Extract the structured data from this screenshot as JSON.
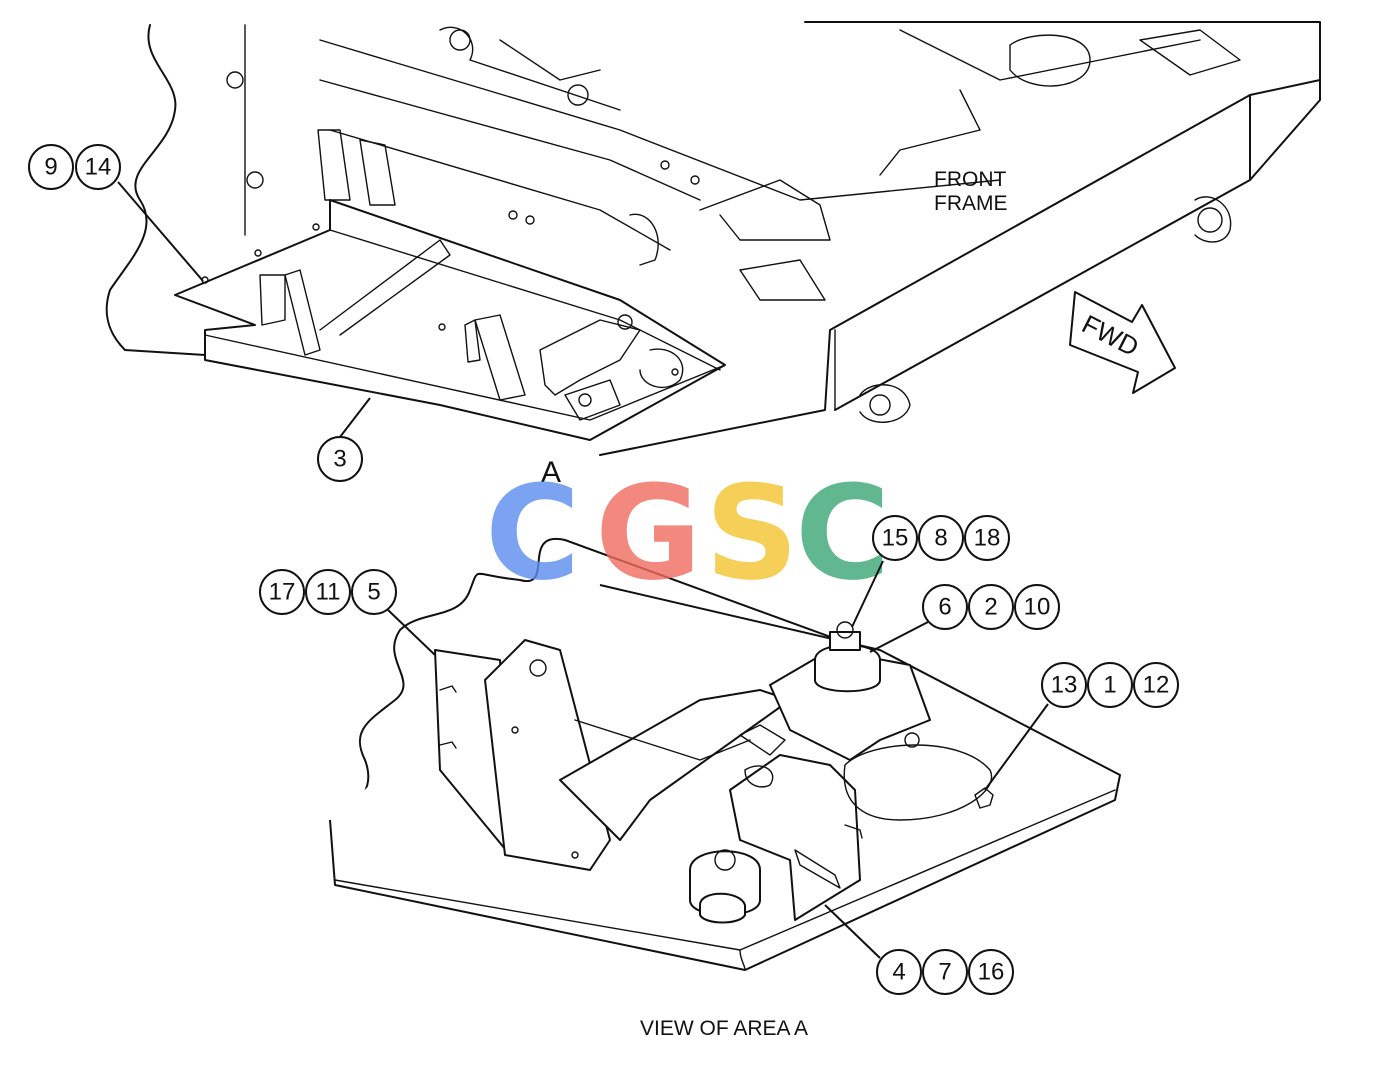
{
  "labels": {
    "front_frame_line1": "FRONT",
    "front_frame_line2": "FRAME",
    "fwd": "FWD",
    "area_marker": "A",
    "view_caption": "VIEW OF AREA A"
  },
  "watermark": {
    "letters": [
      "C",
      "G",
      "S",
      "C"
    ],
    "colors": [
      "#5b8def",
      "#ef6b5e",
      "#f4c430",
      "#3aa775"
    ]
  },
  "callouts": [
    {
      "id": "callout-9-14",
      "numbers": [
        "9",
        "14"
      ]
    },
    {
      "id": "callout-3",
      "numbers": [
        "3"
      ]
    },
    {
      "id": "callout-15-8-18",
      "numbers": [
        "15",
        "8",
        "18"
      ]
    },
    {
      "id": "callout-17-11-5",
      "numbers": [
        "17",
        "11",
        "5"
      ]
    },
    {
      "id": "callout-6-2-10",
      "numbers": [
        "6",
        "2",
        "10"
      ]
    },
    {
      "id": "callout-13-1-12",
      "numbers": [
        "13",
        "1",
        "12"
      ]
    },
    {
      "id": "callout-4-7-16",
      "numbers": [
        "4",
        "7",
        "16"
      ]
    }
  ]
}
